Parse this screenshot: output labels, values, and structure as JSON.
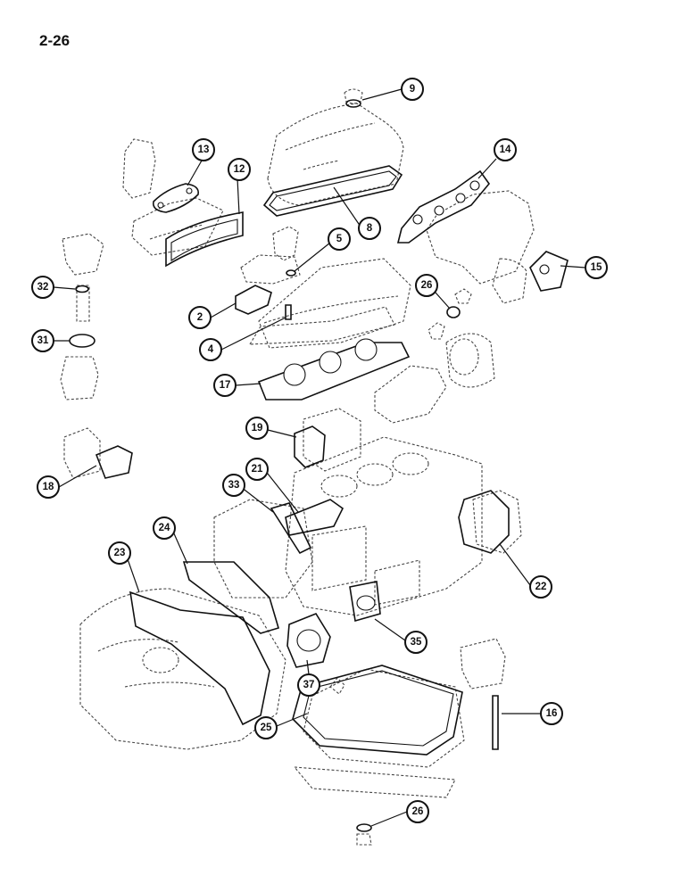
{
  "page": {
    "number": "2-26"
  },
  "callouts": [
    {
      "id": "c9",
      "label": "9"
    },
    {
      "id": "c13",
      "label": "13"
    },
    {
      "id": "c12",
      "label": "12"
    },
    {
      "id": "c14",
      "label": "14"
    },
    {
      "id": "c8",
      "label": "8"
    },
    {
      "id": "c5",
      "label": "5"
    },
    {
      "id": "c15",
      "label": "15"
    },
    {
      "id": "c32",
      "label": "32"
    },
    {
      "id": "c26a",
      "label": "26"
    },
    {
      "id": "c2",
      "label": "2"
    },
    {
      "id": "c31",
      "label": "31"
    },
    {
      "id": "c4",
      "label": "4"
    },
    {
      "id": "c17",
      "label": "17"
    },
    {
      "id": "c19",
      "label": "19"
    },
    {
      "id": "c18",
      "label": "18"
    },
    {
      "id": "c21",
      "label": "21"
    },
    {
      "id": "c33",
      "label": "33"
    },
    {
      "id": "c24",
      "label": "24"
    },
    {
      "id": "c23",
      "label": "23"
    },
    {
      "id": "c22",
      "label": "22"
    },
    {
      "id": "c35",
      "label": "35"
    },
    {
      "id": "c37",
      "label": "37"
    },
    {
      "id": "c16",
      "label": "16"
    },
    {
      "id": "c25",
      "label": "25"
    },
    {
      "id": "c26b",
      "label": "26"
    }
  ]
}
